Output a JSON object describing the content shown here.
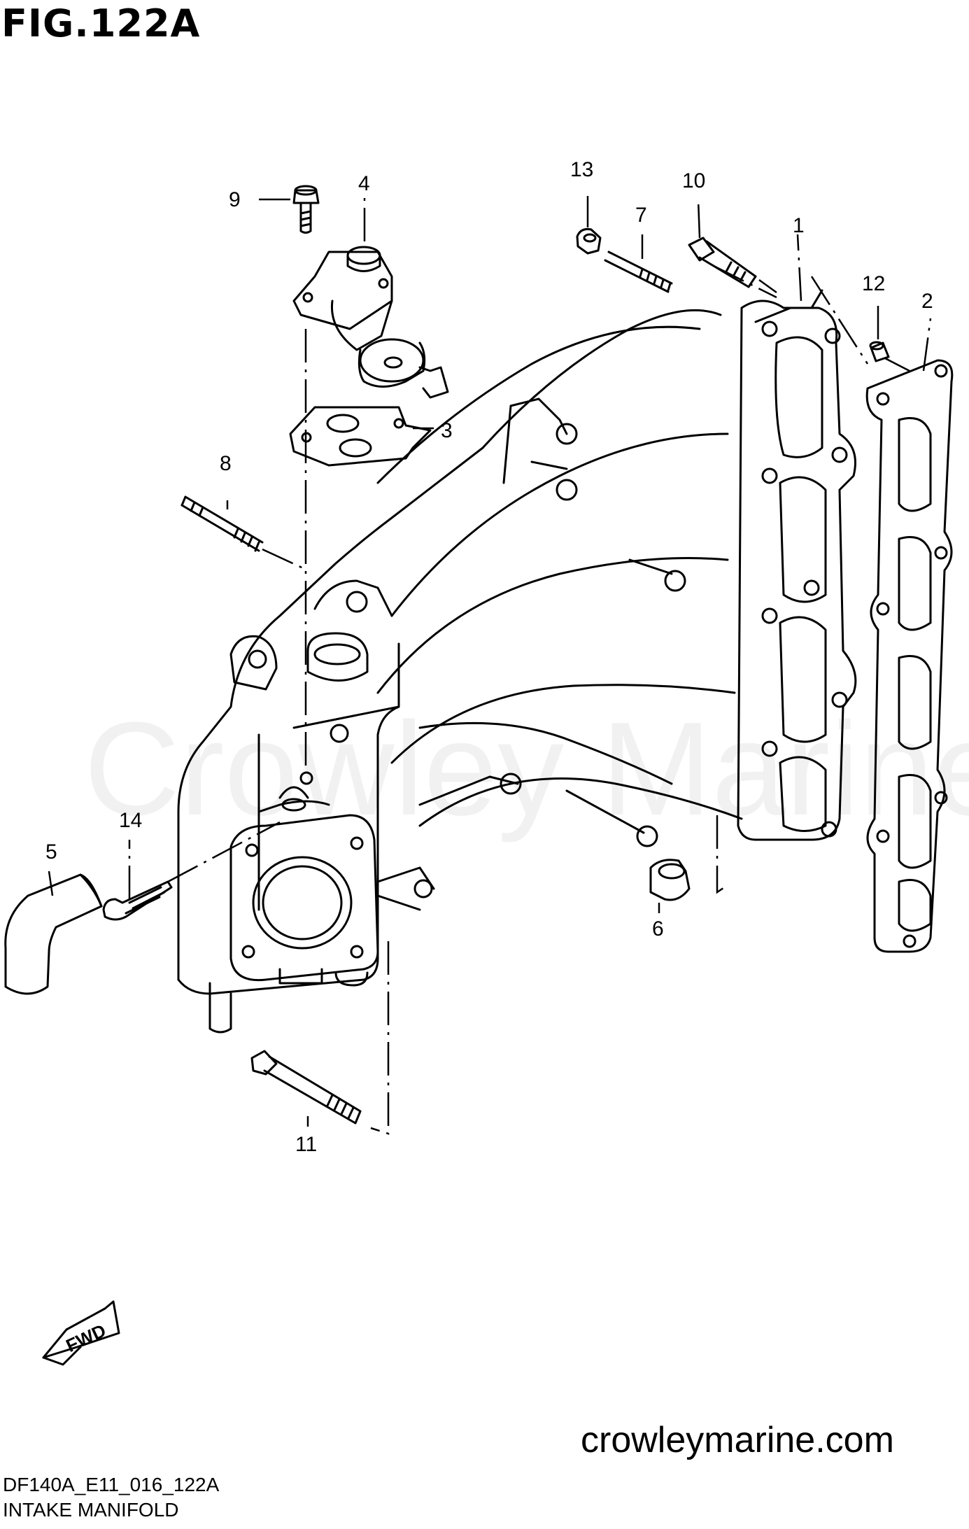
{
  "figure": {
    "title": "FIG.122A"
  },
  "watermark": "Crowley Marine",
  "callouts": [
    "1",
    "2",
    "3",
    "4",
    "5",
    "6",
    "7",
    "8",
    "9",
    "10",
    "11",
    "12",
    "13",
    "14"
  ],
  "arrow_label": "FWD",
  "footer": {
    "drawing_code": "DF140A_E11_016_122A",
    "caption": "INTAKE MANIFOLD",
    "site": "crowleymarine.com"
  }
}
